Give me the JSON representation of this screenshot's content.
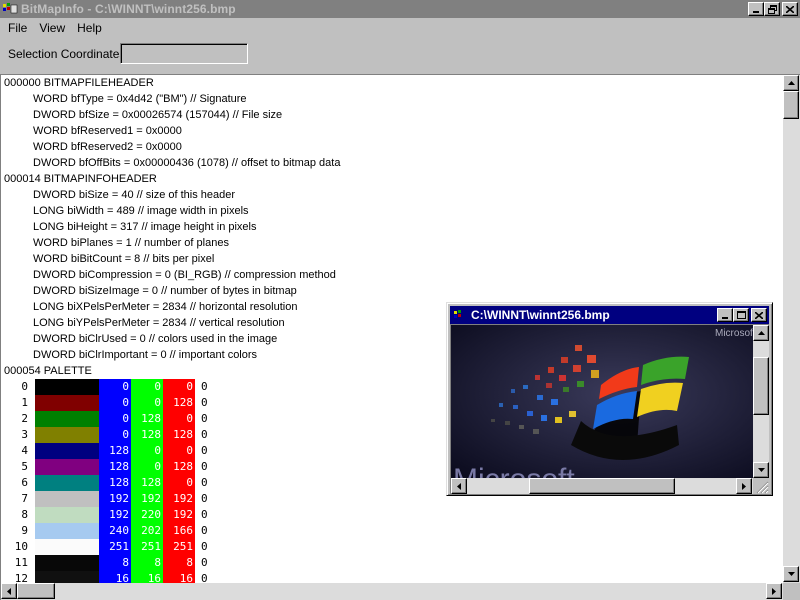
{
  "window": {
    "title": "BitMapInfo - C:\\WINNT\\winnt256.bmp"
  },
  "menu": {
    "items": [
      "File",
      "View",
      "Help"
    ]
  },
  "selection": {
    "label": "Selection Coordinates:",
    "value": ""
  },
  "header_lines": [
    {
      "text": "000000 BITMAPFILEHEADER",
      "indent": false
    },
    {
      "text": "WORD bfType = 0x4d42 (\"BM\") // Signature",
      "indent": true
    },
    {
      "text": "DWORD bfSize = 0x00026574 (157044) // File size",
      "indent": true
    },
    {
      "text": "WORD bfReserved1 = 0x0000",
      "indent": true
    },
    {
      "text": "WORD bfReserved2 = 0x0000",
      "indent": true
    },
    {
      "text": "DWORD bfOffBits = 0x00000436 (1078) // offset to bitmap data",
      "indent": true
    },
    {
      "text": "000014 BITMAPINFOHEADER",
      "indent": false
    },
    {
      "text": "DWORD biSize = 40 // size of this header",
      "indent": true
    },
    {
      "text": "LONG biWidth = 489 // image width in pixels",
      "indent": true
    },
    {
      "text": "LONG biHeight = 317 // image height in pixels",
      "indent": true
    },
    {
      "text": "WORD biPlanes = 1 // number of planes",
      "indent": true
    },
    {
      "text": "WORD biBitCount = 8 // bits per pixel",
      "indent": true
    },
    {
      "text": "DWORD biCompression = 0 (BI_RGB) // compression method",
      "indent": true
    },
    {
      "text": "DWORD biSizeImage = 0 // number of bytes in bitmap",
      "indent": true
    },
    {
      "text": "LONG biXPelsPerMeter = 2834 // horizontal resolution",
      "indent": true
    },
    {
      "text": "LONG biYPelsPerMeter = 2834 // vertical resolution",
      "indent": true
    },
    {
      "text": "DWORD biClrUsed = 0 // colors used in the image",
      "indent": true
    },
    {
      "text": "DWORD biClrImportant = 0 // important colors",
      "indent": true
    },
    {
      "text": "000054 PALETTE",
      "indent": false
    }
  ],
  "palette": [
    {
      "index": "0",
      "color": "#000000",
      "b": "0",
      "g": "0",
      "r": "0",
      "res": "0"
    },
    {
      "index": "1",
      "color": "#800000",
      "b": "0",
      "g": "0",
      "r": "128",
      "res": "0"
    },
    {
      "index": "2",
      "color": "#008000",
      "b": "0",
      "g": "128",
      "r": "0",
      "res": "0"
    },
    {
      "index": "3",
      "color": "#808000",
      "b": "0",
      "g": "128",
      "r": "128",
      "res": "0"
    },
    {
      "index": "4",
      "color": "#000080",
      "b": "128",
      "g": "0",
      "r": "0",
      "res": "0"
    },
    {
      "index": "5",
      "color": "#800080",
      "b": "128",
      "g": "0",
      "r": "128",
      "res": "0"
    },
    {
      "index": "6",
      "color": "#008080",
      "b": "128",
      "g": "128",
      "r": "0",
      "res": "0"
    },
    {
      "index": "7",
      "color": "#c0c0c0",
      "b": "192",
      "g": "192",
      "r": "192",
      "res": "0"
    },
    {
      "index": "8",
      "color": "#c0dcc0",
      "b": "192",
      "g": "220",
      "r": "192",
      "res": "0"
    },
    {
      "index": "9",
      "color": "#a6caf0",
      "b": "240",
      "g": "202",
      "r": "166",
      "res": "0"
    },
    {
      "index": "10",
      "color": "#fbfbfb",
      "b": "251",
      "g": "251",
      "r": "251",
      "res": "0"
    },
    {
      "index": "11",
      "color": "#080808",
      "b": "8",
      "g": "8",
      "r": "8",
      "res": "0"
    },
    {
      "index": "12",
      "color": "#101010",
      "b": "16",
      "g": "16",
      "r": "16",
      "res": "0"
    }
  ],
  "child_window": {
    "title": "C:\\WINNT\\winnt256.bmp",
    "image_text_top": "Microsoft",
    "image_text_bottom": "Microsoft"
  },
  "colors": {
    "titlebar_inactive": "#808080",
    "titlebar_active": "#000080",
    "face": "#c0c0c0"
  }
}
